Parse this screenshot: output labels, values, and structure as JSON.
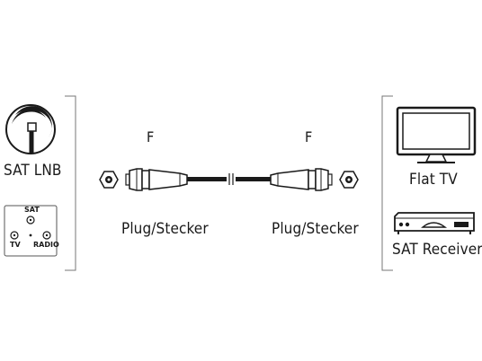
{
  "left": {
    "dish_label": "SAT LNB",
    "wall_socket": {
      "top_label": "SAT",
      "left_label": "TV",
      "right_label": "RADIO"
    }
  },
  "cable": {
    "left_connector": {
      "type_label": "F",
      "plug_label": "Plug/Stecker"
    },
    "right_connector": {
      "type_label": "F",
      "plug_label": "Plug/Stecker"
    }
  },
  "right": {
    "tv_label": "Flat TV",
    "receiver_label": "SAT Receiver"
  },
  "icons": [
    "satellite-dish-icon",
    "wall-socket-icon",
    "f-socket-icon",
    "f-plug-icon",
    "flat-tv-icon",
    "sat-receiver-icon"
  ]
}
